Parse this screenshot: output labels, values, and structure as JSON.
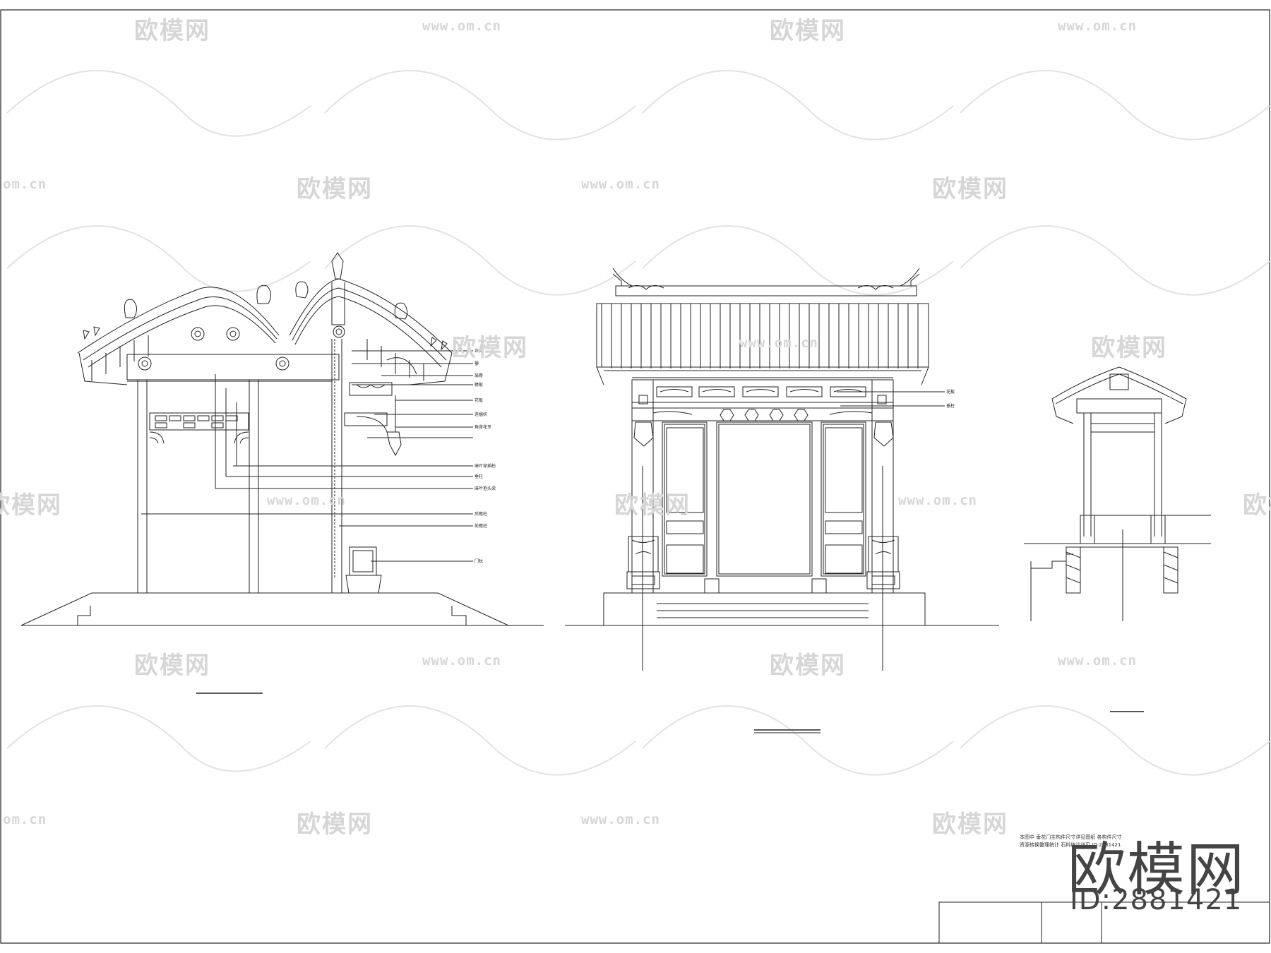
{
  "watermark": {
    "brand_text": "欧模网",
    "site_url": "www.om.cn",
    "site_url_partial": "om.cn"
  },
  "brand": {
    "logo_text": "欧模网",
    "id_label": "ID:2881421"
  },
  "left_section_labels": [
    "正脊",
    "檩",
    "扇脊",
    "椽板",
    "花板",
    "连楹枋",
    "角背花牙",
    "麻叶穿插枋",
    "垂柱",
    "麻叶抱头梁",
    "后檐柱",
    "前檐柱",
    "门枕"
  ],
  "middle_labels": [
    "花板",
    "垂柱"
  ],
  "notes_text": "本图中  垂花门主构件尺寸详见图纸  各构件尺寸\n资源转换整理统计 石料统计详见 ID:2881421"
}
